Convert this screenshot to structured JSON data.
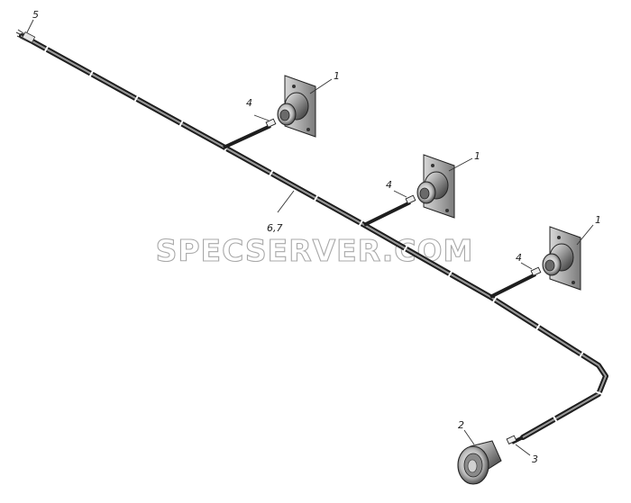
{
  "watermark": "SPECSERVER.COM",
  "callouts": {
    "lamp_a": "1",
    "lamp_b": "1",
    "lamp_c": "1",
    "socket": "2",
    "connector_socket": "3",
    "connector_a": "4",
    "connector_b": "4",
    "connector_c": "4",
    "wire_end": "5",
    "harness": "6,7"
  }
}
